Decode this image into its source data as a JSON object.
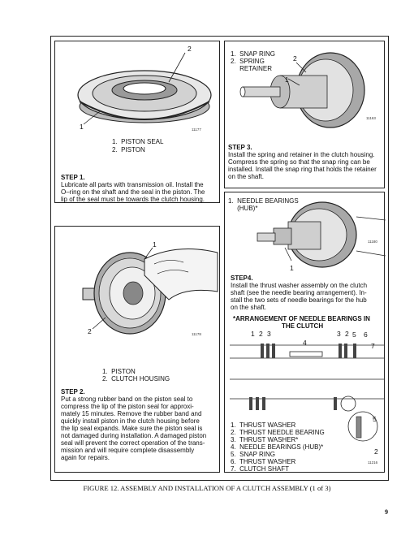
{
  "panel1": {
    "callout_1": "1",
    "callout_2": "2",
    "fig_id": "11177",
    "legend": [
      "1.  PISTON SEAL",
      "2.  PISTON"
    ],
    "step_label": "STEP 1.",
    "text": [
      "Lubricate all parts with transmission oil. Install the",
      "O–ring on the shaft and the seal in the piston. The",
      "lip of the seal must be towards the clutch housing."
    ]
  },
  "panel2": {
    "callout_1": "1",
    "callout_2": "2",
    "fig_id": "11178",
    "legend": [
      "1.  PISTON",
      "2.  CLUTCH HOUSING"
    ],
    "step_label": "STEP 2.",
    "text": [
      "Put a strong rubber band on the piston seal to",
      "compress the lip of the piston seal for approxi-",
      "mately 15 minutes. Remove the rubber band and",
      "quickly install piston in the clutch housing before",
      "the lip seal expands. Make sure the piston seal is",
      "not damaged during installation. A damaged piston",
      "seal will prevent the correct operation of the trans-",
      "mission and will require complete disassembly",
      "again for repairs."
    ]
  },
  "panel3": {
    "legend": [
      "1.  SNAP RING",
      "2.  SPRING",
      "     RETAINER"
    ],
    "callout_1": "1",
    "callout_2": "2",
    "fig_id": "11163",
    "step_label": "STEP 3.",
    "text": [
      "Install the spring and retainer in the clutch housing.",
      "Compress the spring so that the snap ring can be",
      "installed. Install the snap ring that holds the retainer",
      "on the shaft."
    ]
  },
  "panel4": {
    "legend": [
      "1.  NEEDLE BEARINGS",
      "     (HUB)*"
    ],
    "callout_1": "1",
    "fig_id": "11180",
    "step_label": "STEP4.",
    "text": [
      "Install the thrust washer assembly on the clutch",
      "shaft (see the needle bearing arrangement). In-",
      "stall the two sets of needle bearings for the hub",
      "on the shaft."
    ],
    "arrangement_title": [
      "*ARRANGEMENT OF NEEDLE BEARINGS IN",
      "THE CLUTCH"
    ],
    "diagram_callouts": [
      "1",
      "2",
      "3",
      "4",
      "3",
      "2",
      "5",
      "6",
      "7",
      "5",
      "2"
    ],
    "diagram_fig_id": "11216",
    "parts_list": [
      "1.  THRUST WASHER",
      "2.  THRUST NEEDLE BEARING",
      "3.  THRUST WASHER*",
      "4.  NEEDLE BEARINGS (HUB)*",
      "5.  SNAP RING",
      "6.  THRUST WASHER",
      "7.  CLUTCH SHAFT"
    ]
  },
  "caption": "FIGURE 12. ASSEMBLY AND INSTALLATION OF A CLUTCH ASSEMBLY (1 of 3)",
  "page_number": "9"
}
